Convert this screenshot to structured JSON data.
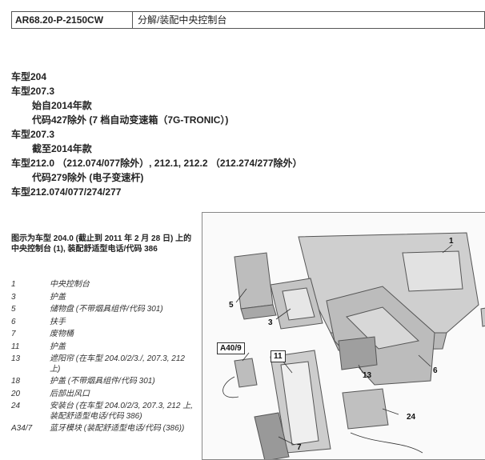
{
  "header": {
    "code": "AR68.20-P-2150CW",
    "title": "分解/装配中央控制台"
  },
  "applicability": [
    {
      "text": "车型204",
      "indent": false
    },
    {
      "text": "车型207.3",
      "indent": false
    },
    {
      "text": "始自2014年款",
      "indent": true
    },
    {
      "text": "代码427除外 (7 档自动变速箱（7G-TRONIC）)",
      "indent": true
    },
    {
      "text": "车型207.3",
      "indent": false
    },
    {
      "text": "截至2014年款",
      "indent": true
    },
    {
      "text": "车型212.0 （212.074/077除外）, 212.1, 212.2 （212.274/277除外）",
      "indent": false
    },
    {
      "text": "代码279除外 (电子变速杆)",
      "indent": true
    },
    {
      "text": "车型212.074/077/274/277",
      "indent": false
    }
  ],
  "figure": {
    "caption": "图示为车型 204.0 (截止到 2011 年 2 月 28 日) 上的中央控制台 (1), 装配舒适型电话/代码 386",
    "callouts": [
      "1",
      "5",
      "3",
      "A40/9",
      "11",
      "6",
      "13",
      "24",
      "7"
    ]
  },
  "legend": [
    {
      "n": "1",
      "d": "中央控制台"
    },
    {
      "n": "3",
      "d": "护盖"
    },
    {
      "n": "5",
      "d": "储物盘 (不带烟具组件/代码 301)"
    },
    {
      "n": "6",
      "d": "扶手"
    },
    {
      "n": "7",
      "d": "废物桶"
    },
    {
      "n": "11",
      "d": "护盖"
    },
    {
      "n": "13",
      "d": "遮阳帘 (在车型 204.0/2/3./, 207.3, 212 上)"
    },
    {
      "n": "18",
      "d": "护盖 (不带烟具组件/代码 301)"
    },
    {
      "n": "20",
      "d": "后部出风口"
    },
    {
      "n": "24",
      "d": "安装台 (在车型 204.0/2/3, 207.3, 212 上, 装配舒适型电话/代码 386)"
    },
    {
      "n": "A34/7",
      "d": "蓝牙模块 (装配舒适型电话/代码 (386))"
    }
  ]
}
